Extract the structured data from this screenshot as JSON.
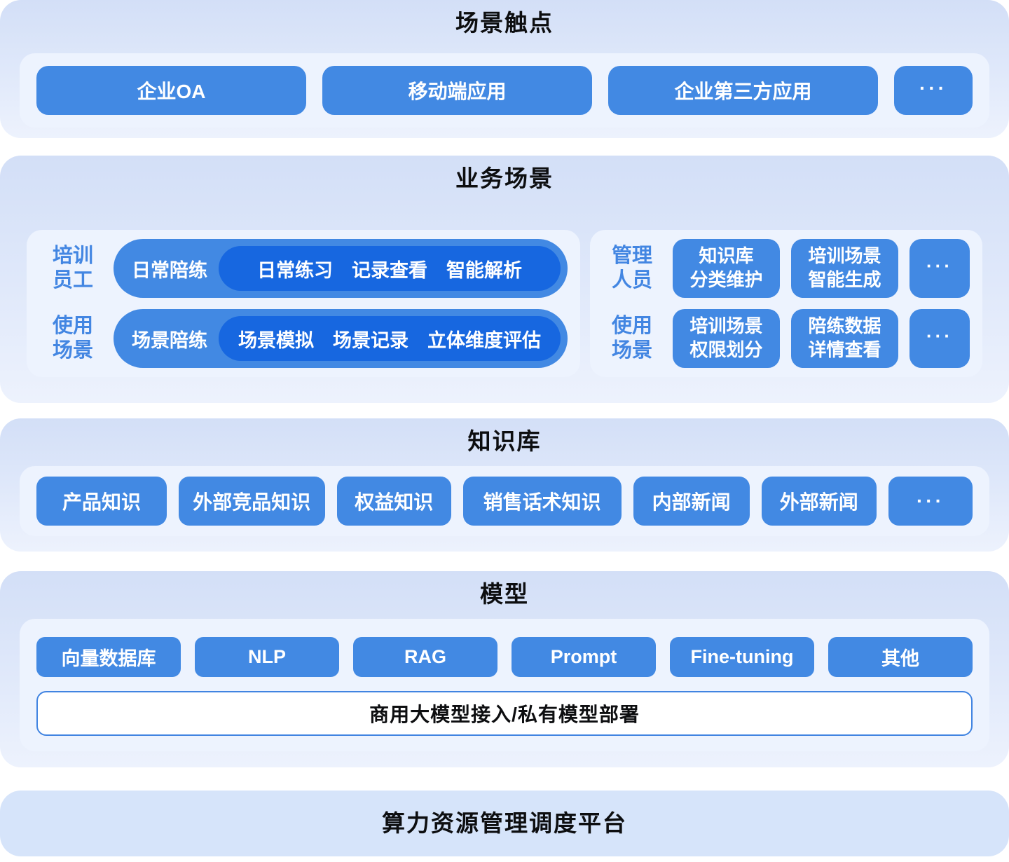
{
  "colors": {
    "accent_blue": "#4289e3",
    "deep_pill_blue": "#1767e0",
    "card_top": "#d3dff7",
    "card_bottom": "#edf2fd",
    "panel_bg": "#edf3fe",
    "shadow_strip": "#8799df",
    "label_blue": "#4386e2",
    "title_text": "#0d0e10",
    "bottom_card_bg": "#d6e4fa"
  },
  "touchpoints": {
    "title": "场景触点",
    "buttons": [
      "企业OA",
      "移动端应用",
      "企业第三方应用",
      "···"
    ]
  },
  "business": {
    "title": "业务场景",
    "left": {
      "rows": [
        {
          "label": "培训\n员工",
          "pill": "日常陪练",
          "inner": "日常练习 记录查看 智能解析"
        },
        {
          "label": "使用\n场景",
          "pill": "场景陪练",
          "inner": "场景模拟 场景记录 立体维度评估"
        }
      ]
    },
    "right": {
      "rows": [
        {
          "label": "管理\n人员",
          "buttons": [
            "知识库\n分类维护",
            "培训场景\n智能生成",
            "···"
          ]
        },
        {
          "label": "使用\n场景",
          "buttons": [
            "培训场景\n权限划分",
            "陪练数据\n详情查看",
            "···"
          ]
        }
      ]
    }
  },
  "knowledge": {
    "title": "知识库",
    "buttons": [
      "产品知识",
      "外部竞品知识",
      "权益知识",
      "销售话术知识",
      "内部新闻",
      "外部新闻",
      "···"
    ]
  },
  "model": {
    "title": "模型",
    "buttons": [
      "向量数据库",
      "NLP",
      "RAG",
      "Prompt",
      "Fine-tuning",
      "其他"
    ],
    "bar": "商用大模型接入/私有模型部署"
  },
  "platform": {
    "title": "算力资源管理调度平台"
  }
}
